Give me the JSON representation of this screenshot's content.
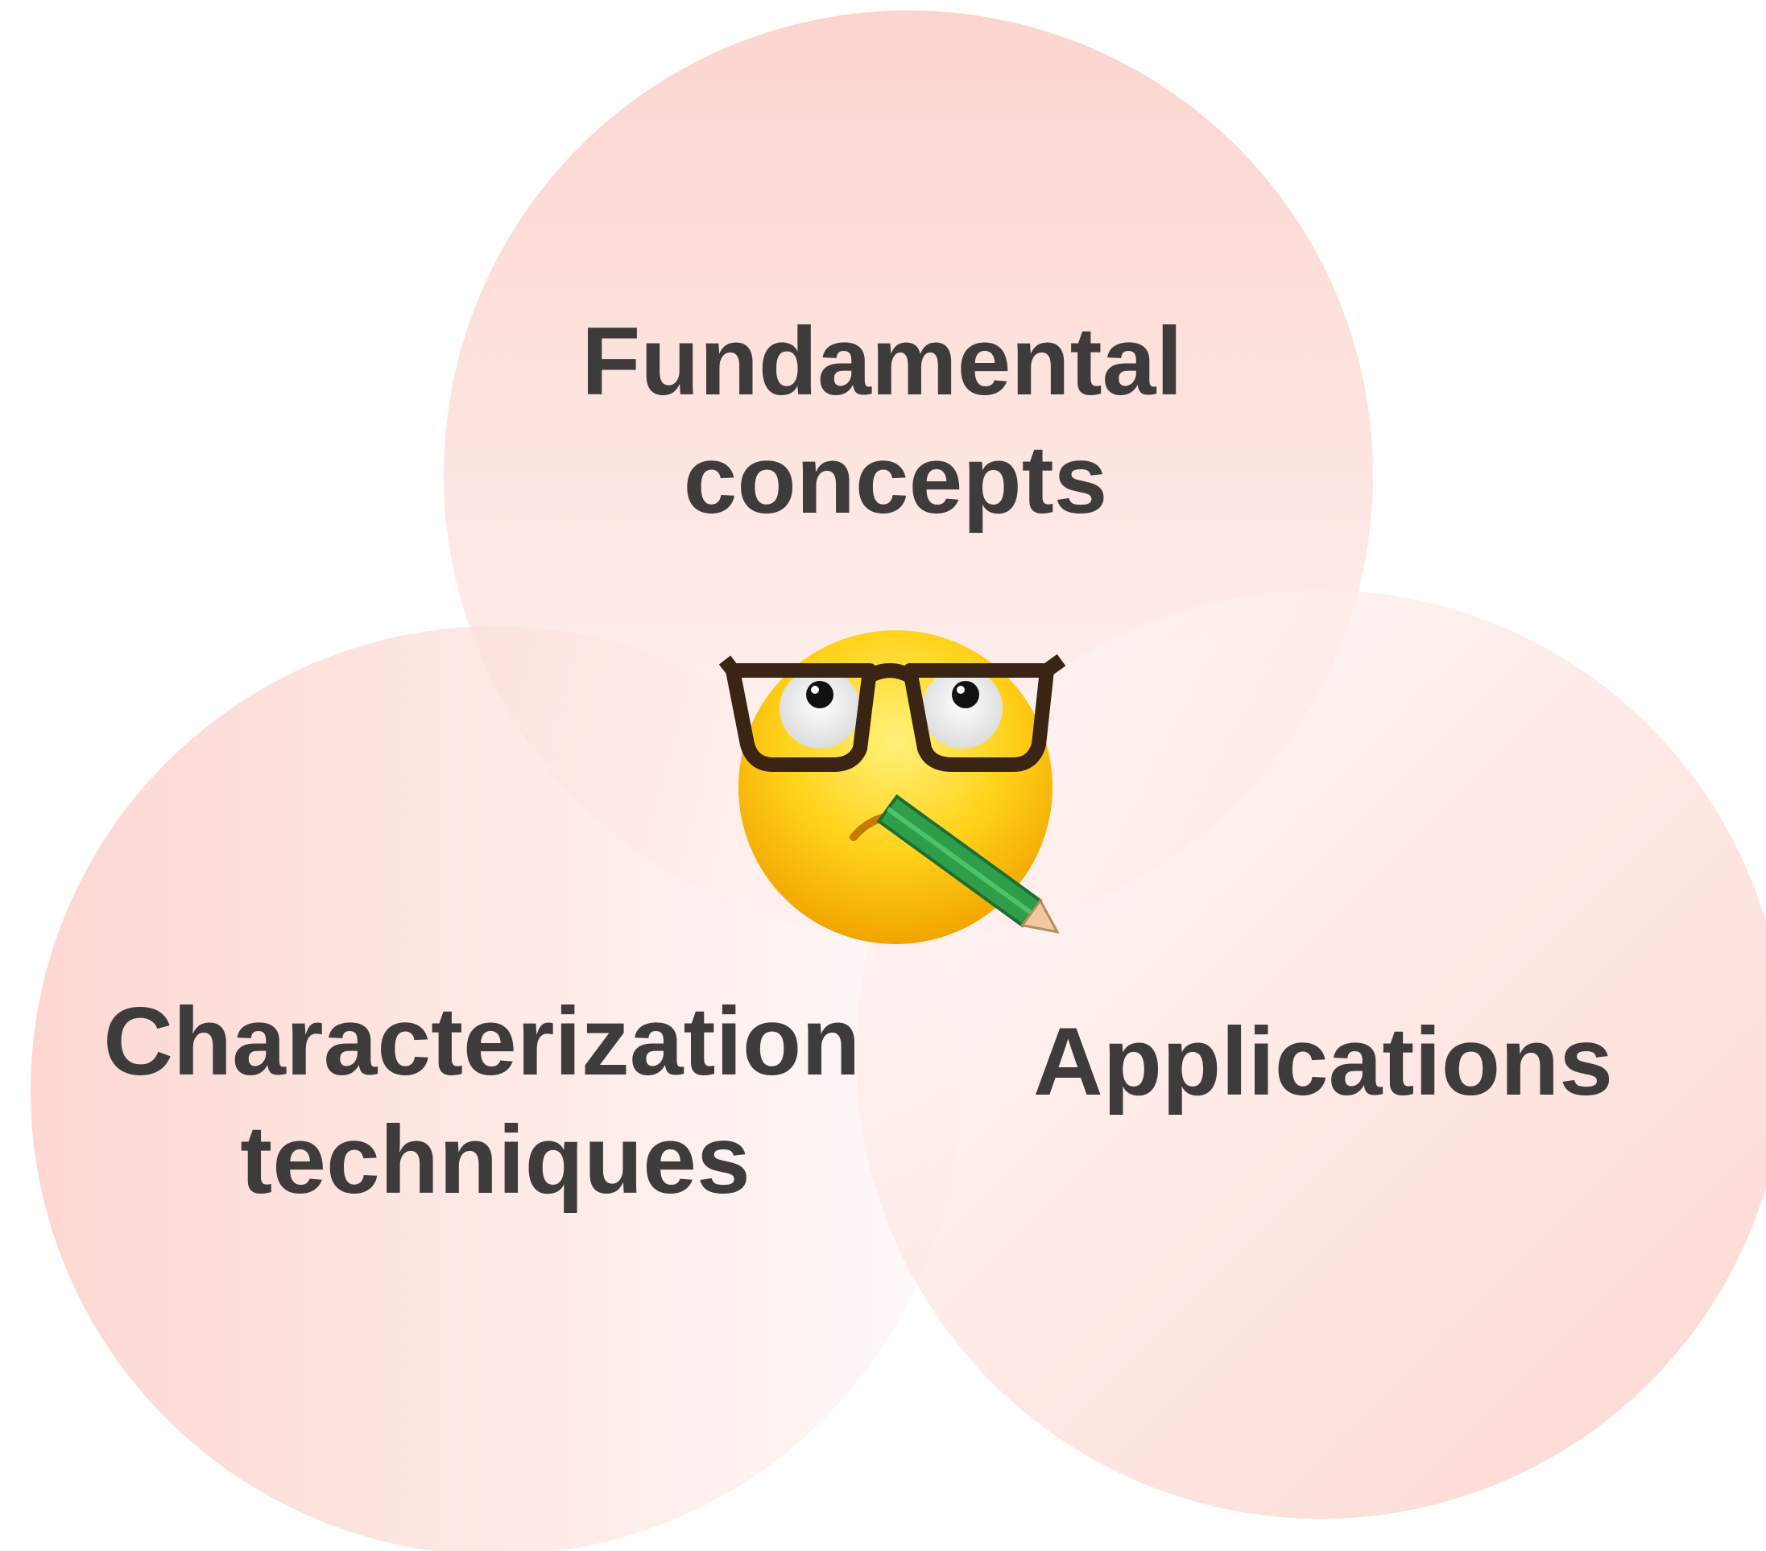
{
  "diagram": {
    "colors": {
      "circle_edge": "#fbc8c0",
      "circle_center": "#fef6f5",
      "label_text": "#3e3b3b"
    },
    "circles": [
      {
        "id": "top",
        "label_lines": [
          "Fundamental",
          "concepts"
        ]
      },
      {
        "id": "left",
        "label_lines": [
          "Characterization",
          "techniques"
        ]
      },
      {
        "id": "right",
        "label_lines": [
          "Applications"
        ]
      }
    ],
    "center_icon": "nerd-face-with-glasses-and-pencil-icon"
  }
}
